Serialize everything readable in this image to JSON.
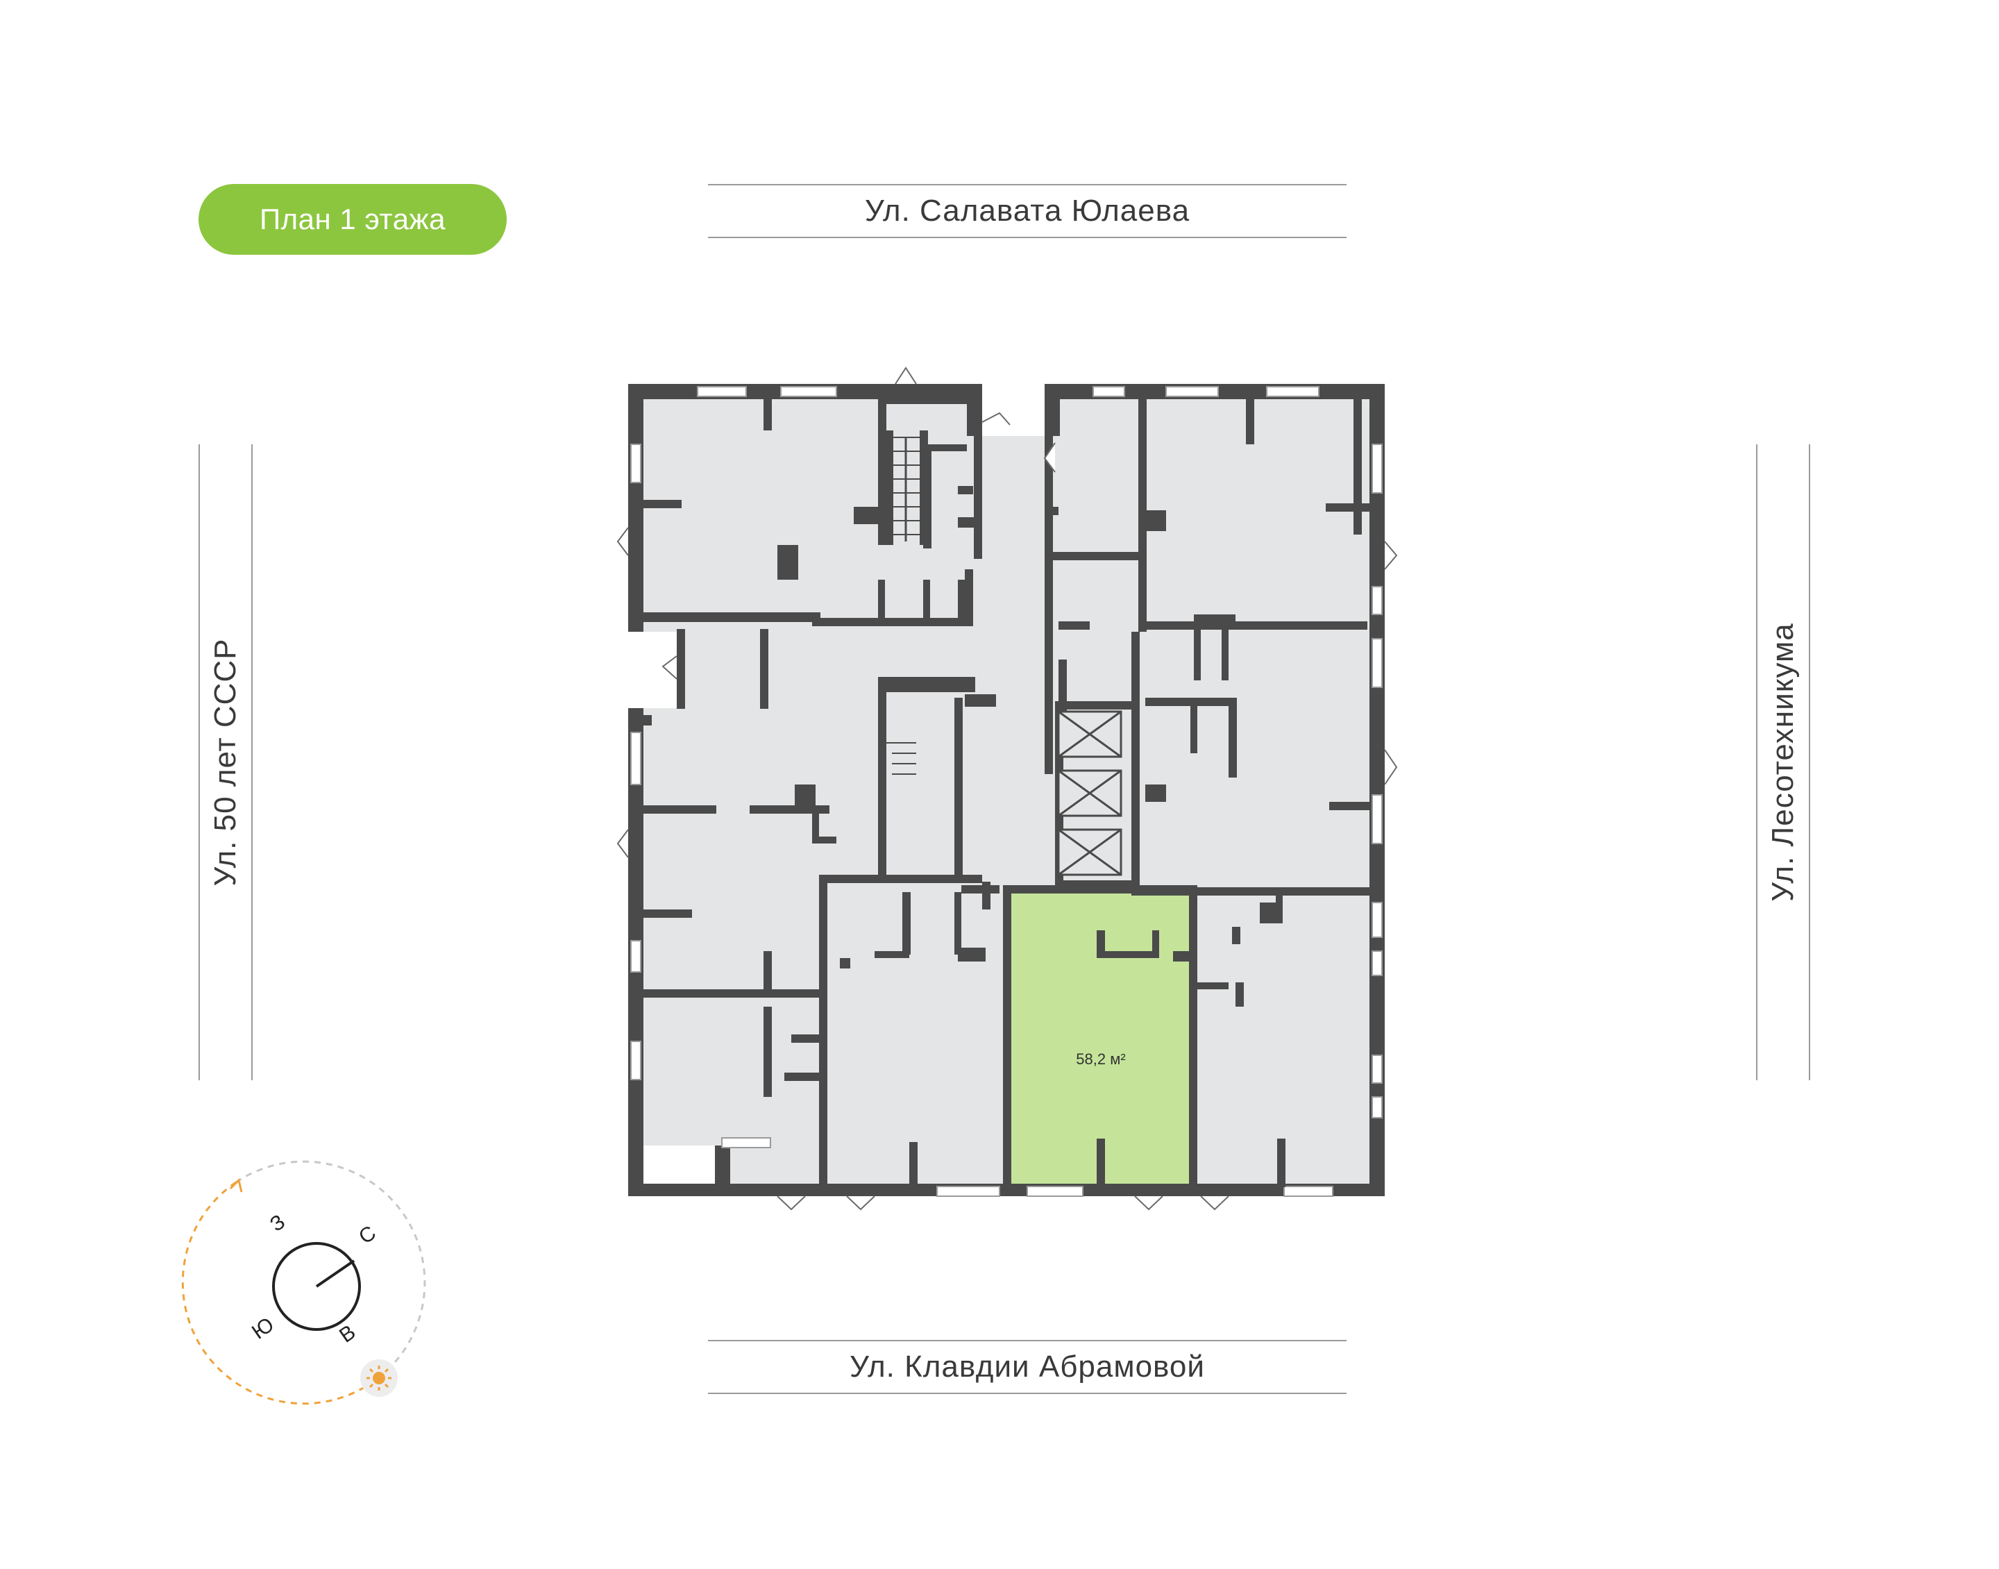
{
  "floor_label": "План 1 этажа",
  "streets": {
    "north": "Ул. Салавата Юлаева",
    "south": "Ул. Клавдии Абрамовой",
    "west": "Ул. 50 лет СССР",
    "east": "Ул. Лесотехникума"
  },
  "selected_unit": {
    "area": "58,2 м²"
  },
  "compass": {
    "west": "З",
    "north": "С",
    "south": "Ю",
    "east": "В"
  },
  "colors": {
    "accent": "#8cc63f",
    "selected_fill": "#c5e49a",
    "room_fill": "#e4e5e6",
    "wall": "#4a4a4a",
    "sun_path": "#f0a23a"
  },
  "icons": [
    "sun-icon",
    "compass-icon",
    "elevator-icon",
    "stairs-icon"
  ]
}
